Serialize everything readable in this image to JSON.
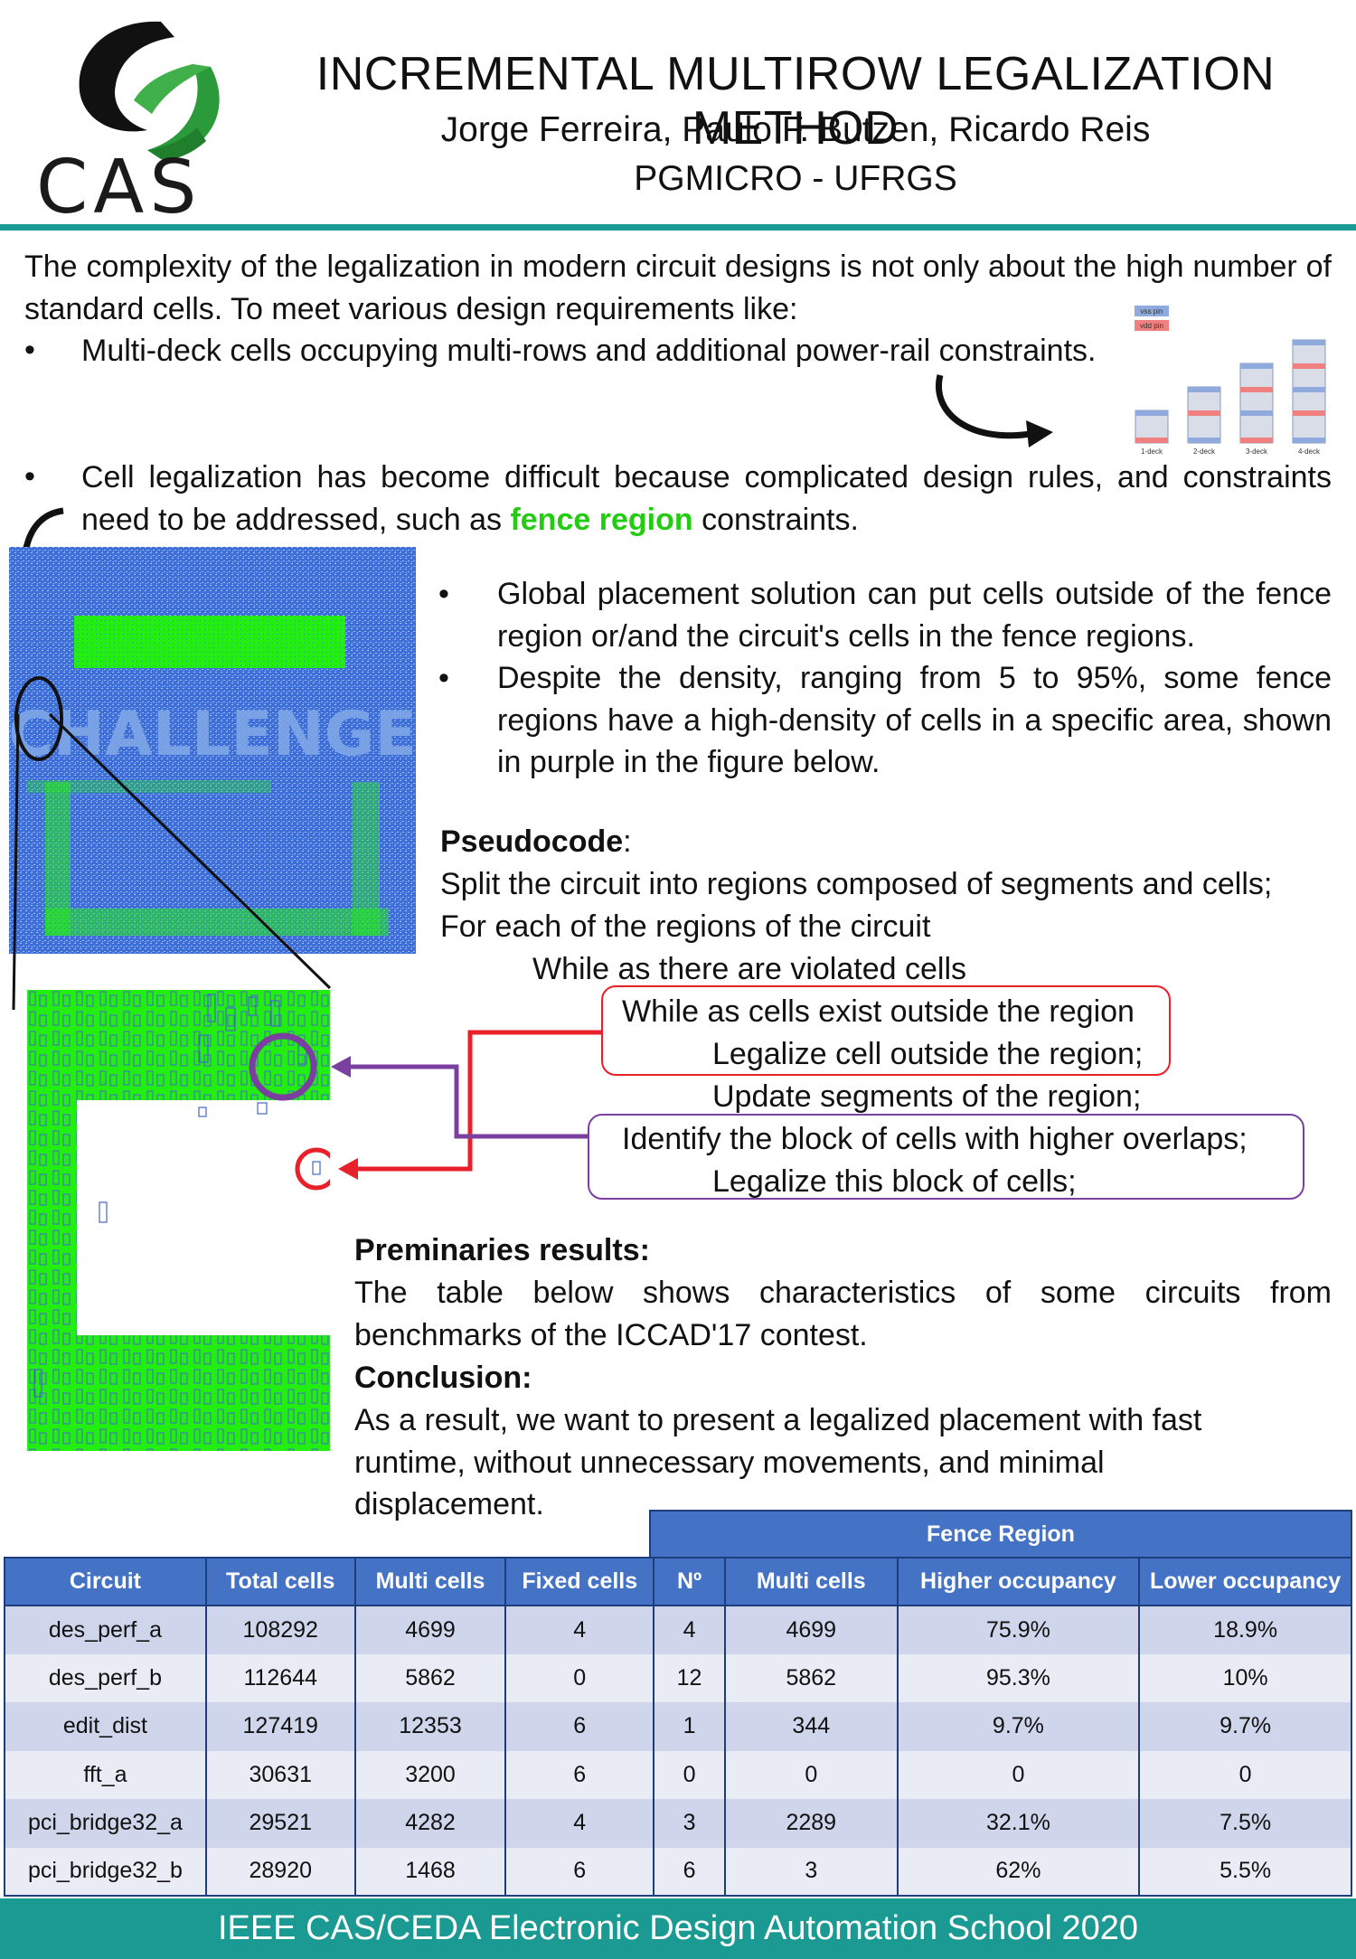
{
  "header": {
    "logo_text": "CAS",
    "title": "INCREMENTAL MULTIROW LEGALIZATION METHOD",
    "authors": "Jorge Ferreira, Paulo F. Butzen, Ricardo Reis",
    "affiliation": "PGMICRO - UFRGS"
  },
  "intro": {
    "paragraph": "The complexity of the legalization in modern circuit designs is not only about the high number of standard cells. To meet various design requirements like:",
    "bullet1": "Multi-deck cells occupying multi-rows and additional power-rail constraints.",
    "bullet2_a": "Cell legalization has become difficult because complicated design rules, and constraints need to be addressed, such as ",
    "bullet2_highlight": "fence region",
    "bullet2_b": " constraints."
  },
  "deck_figure": {
    "legend": [
      "vss pin",
      "vdd pin"
    ],
    "labels": [
      "1-deck",
      "2-deck",
      "3-deck",
      "4-deck"
    ],
    "colors": {
      "vss": "#8faadc",
      "vdd": "#f08080"
    }
  },
  "placement": {
    "bullet1": "Global placement solution can put cells outside of the fence region or/and the circuit's cells in the fence regions.",
    "bullet2": "Despite the density, ranging from 5 to 95%, some fence regions have a high-density of cells in a specific area, shown in purple in the figure below."
  },
  "pseudocode": {
    "heading": "Pseudocode",
    "heading_suffix": ":",
    "lines": [
      "Split the circuit into regions composed of segments and cells;",
      "For each of the regions of the circuit",
      "While as there are violated cells",
      "While as cells exist outside the region",
      "Legalize cell outside the region;",
      "Update segments of the region;",
      "Identify the block of cells with higher overlaps;",
      "Legalize this block of cells;"
    ]
  },
  "results": {
    "heading": "Preminaries results:",
    "text": "The table below shows characteristics of some circuits from benchmarks of the ICCAD'17 contest.",
    "conclusion_heading": "Conclusion:",
    "conclusion": "As a result, we want to present a legalized placement with fast runtime, without unnecessary movements, and minimal displacement."
  },
  "table": {
    "group_header": "Fence Region",
    "columns": [
      "Circuit",
      "Total cells",
      "Multi cells",
      "Fixed cells",
      "Nº",
      "Multi cells",
      "Higher occupancy",
      "Lower occupancy"
    ],
    "rows": [
      [
        "des_perf_a",
        "108292",
        "4699",
        "4",
        "4",
        "4699",
        "75.9%",
        "18.9%"
      ],
      [
        "des_perf_b",
        "112644",
        "5862",
        "0",
        "12",
        "5862",
        "95.3%",
        "10%"
      ],
      [
        "edit_dist",
        "127419",
        "12353",
        "6",
        "1",
        "344",
        "9.7%",
        "9.7%"
      ],
      [
        "fft_a",
        "30631",
        "3200",
        "6",
        "0",
        "0",
        "0",
        "0"
      ],
      [
        "pci_bridge32_a",
        "29521",
        "4282",
        "4",
        "3",
        "2289",
        "32.1%",
        "7.5%"
      ],
      [
        "pci_bridge32_b",
        "28920",
        "1468",
        "6",
        "6",
        "3",
        "62%",
        "5.5%"
      ]
    ]
  },
  "footer": {
    "text": "IEEE CAS/CEDA Electronic Design Automation School 2020"
  },
  "colors": {
    "accent_teal": "#1a9a93",
    "table_header": "#4472c4",
    "fence_green": "#22ee11",
    "cell_blue": "#4466cc",
    "highlight_red": "#e8202a",
    "highlight_purple": "#7b3fa0"
  }
}
